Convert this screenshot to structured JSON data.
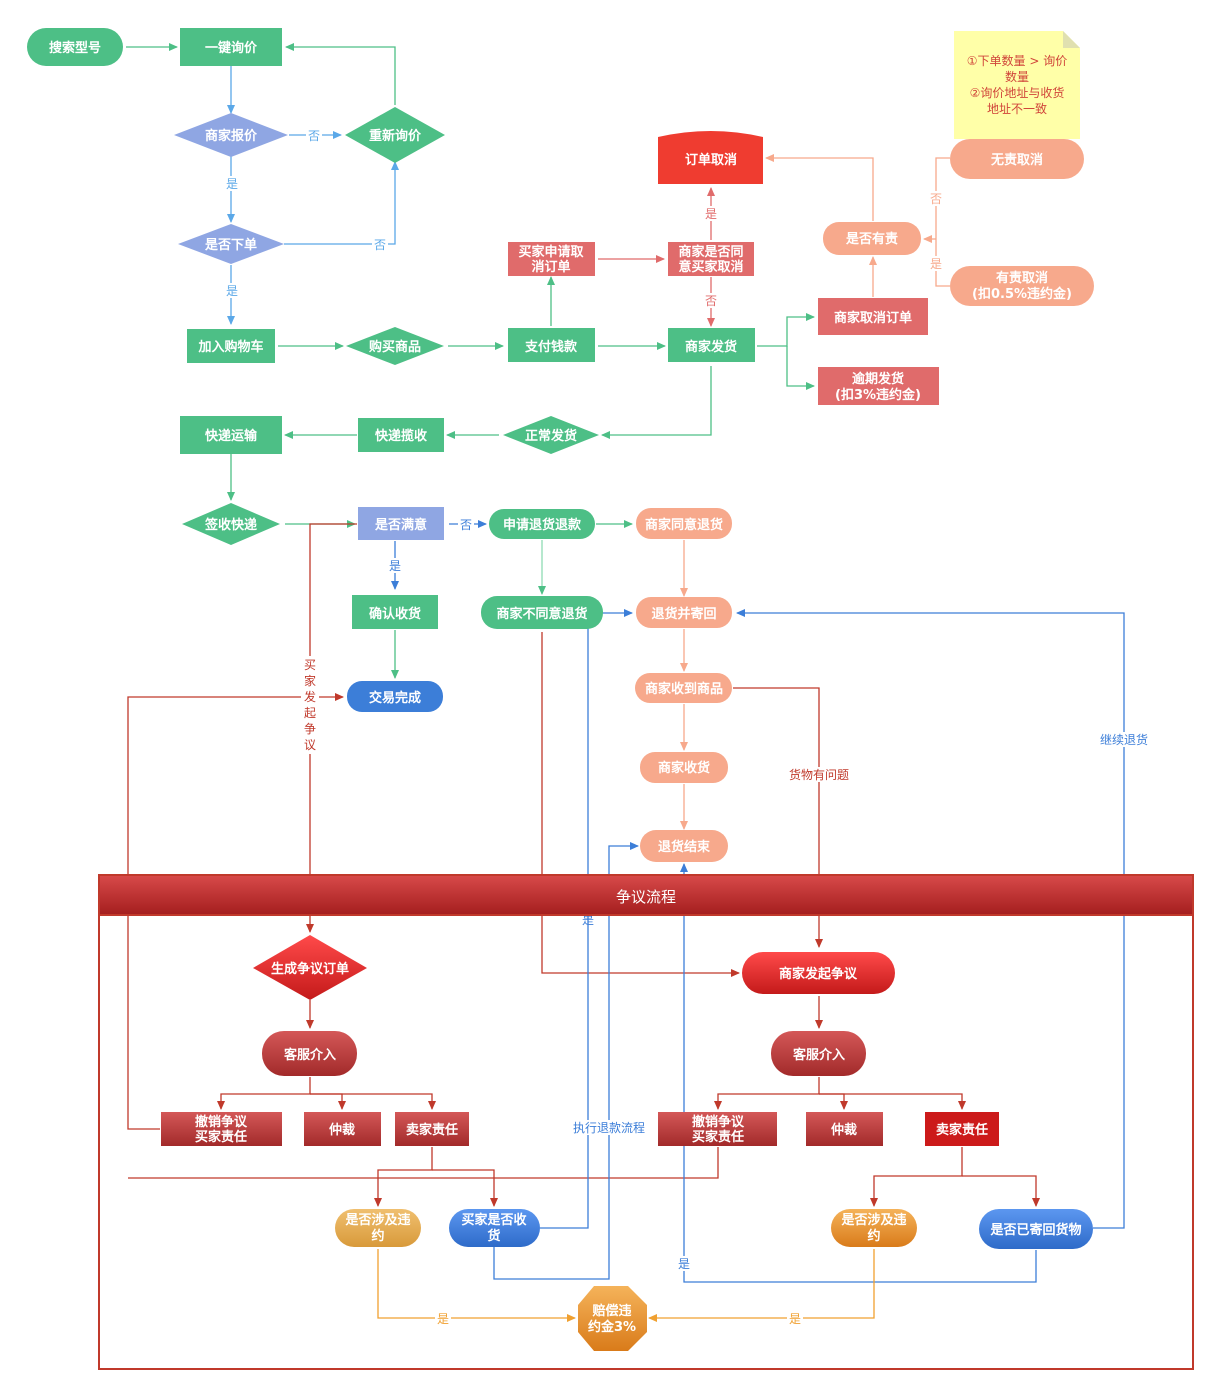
{
  "note": {
    "line1": "①下单数量 > 询价",
    "line2": "数量",
    "line3": "②询价地址与收货",
    "line4": "地址不一致"
  },
  "nodes": {
    "search_model": "搜索型号",
    "one_click_inquiry": "一键询价",
    "merchant_quote": "商家报价",
    "re_inquiry": "重新询价",
    "place_order": "是否下单",
    "add_cart": "加入购物车",
    "buy_goods": "购买商品",
    "pay": "支付钱款",
    "merchant_ship": "商家发货",
    "buyer_cancel_1": "买家申请取",
    "buyer_cancel_2": "消订单",
    "merchant_agree_cancel_1": "商家是否同",
    "merchant_agree_cancel_2": "意买家取消",
    "order_cancel": "订单取消",
    "merchant_cancel": "商家取消订单",
    "overdue_1": "逾期发货",
    "overdue_2": "(扣3%违约金)",
    "is_responsible": "是否有责",
    "no_fault_cancel": "无责取消",
    "fault_cancel_1": "有责取消",
    "fault_cancel_2": "(扣0.5%违约金)",
    "normal_ship": "正常发货",
    "courier_pickup": "快递揽收",
    "courier_transport": "快递运输",
    "sign_receipt": "签收快递",
    "is_satisfied": "是否满意",
    "apply_return": "申请退货退款",
    "merchant_agree_return": "商家同意退货",
    "merchant_disagree_return": "商家不同意退货",
    "return_ship": "退货并寄回",
    "confirm_receipt": "确认收货",
    "deal_done": "交易完成",
    "merchant_received": "商家收到商品",
    "merchant_accept": "商家收货",
    "return_end": "退货结束",
    "dispute_title": "争议流程",
    "create_dispute": "生成争议订单",
    "cs_left": "客服介入",
    "cancel_dispute_1": "撤销争议",
    "cancel_dispute_2": "买家责任",
    "arbitrate_left": "仲裁",
    "seller_fault_left": "卖家责任",
    "breach_left_1": "是否涉及违",
    "breach_left_2": "约",
    "buyer_received_1": "买家是否收",
    "buyer_received_2": "货",
    "compensate_1": "赔偿违",
    "compensate_2": "约金3%",
    "merchant_dispute": "商家发起争议",
    "cs_right": "客服介入",
    "cancel_dispute_r1": "撤销争议",
    "cancel_dispute_r2": "买家责任",
    "arbitrate_right": "仲裁",
    "seller_fault_right": "卖家责任",
    "breach_right_1": "是否涉及违",
    "breach_right_2": "约",
    "returned_goods": "是否已寄回货物"
  },
  "edges": {
    "no": "否",
    "yes": "是",
    "buyer_dispute": [
      "买",
      "家",
      "发",
      "起",
      "争",
      "议"
    ],
    "goods_problem": "货物有问题",
    "refund_process": "执行退款流程",
    "continue_return": "继续退货"
  },
  "colors": {
    "green": "#4dbf86",
    "blue_diamond": "#8fa6e3",
    "red": "#e06b6b",
    "salmon": "#f7a98c",
    "blue": "#3c7ed8",
    "dark_red": "#b82c2c",
    "orange": "#e8862a",
    "note": "#ffffa8"
  }
}
